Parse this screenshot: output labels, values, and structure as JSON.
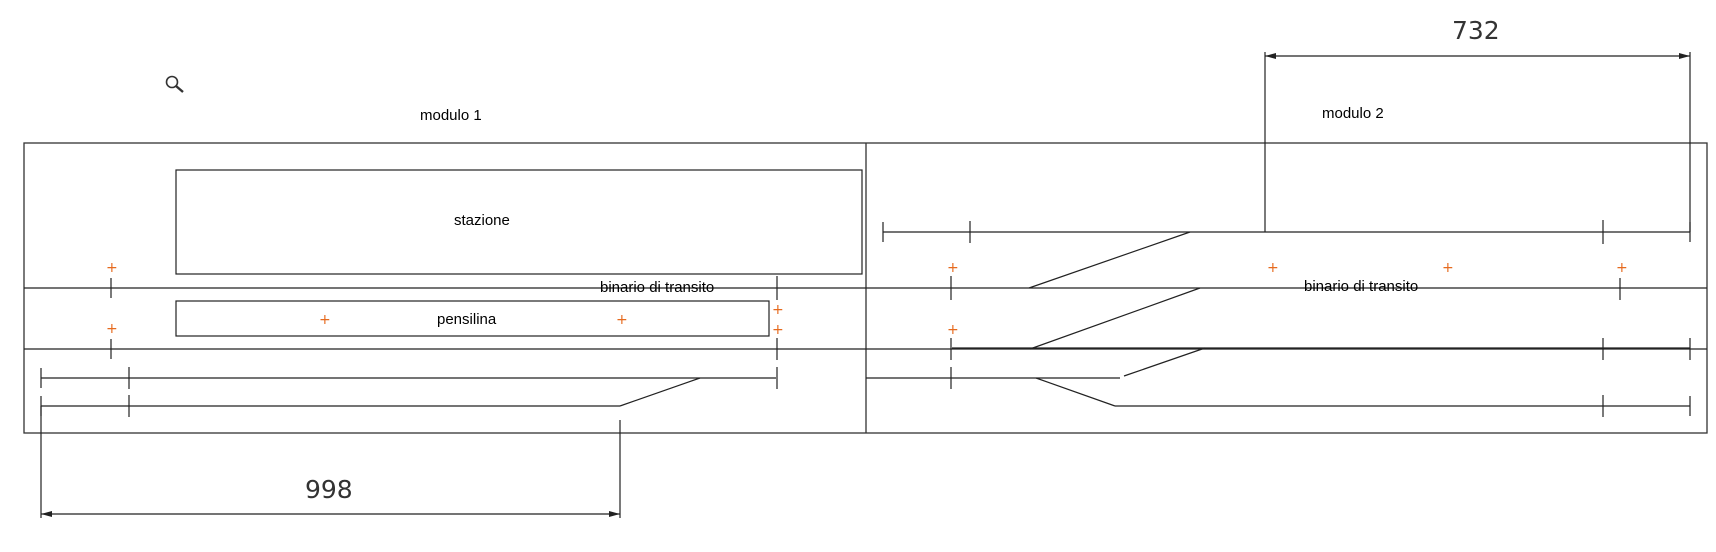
{
  "labels": {
    "modulo1": "modulo 1",
    "modulo2": "modulo 2",
    "stazione": "stazione",
    "pensilina": "pensilina",
    "transito_left": "binario di transito",
    "transito_right": "binario di transito"
  },
  "dimensions": {
    "bottom": "998",
    "top": "732"
  },
  "icons": {
    "zoom": "magnifier-icon",
    "markers": "plus-marker-icon"
  },
  "colors": {
    "line": "#222222",
    "marker": "#e66a1e"
  }
}
